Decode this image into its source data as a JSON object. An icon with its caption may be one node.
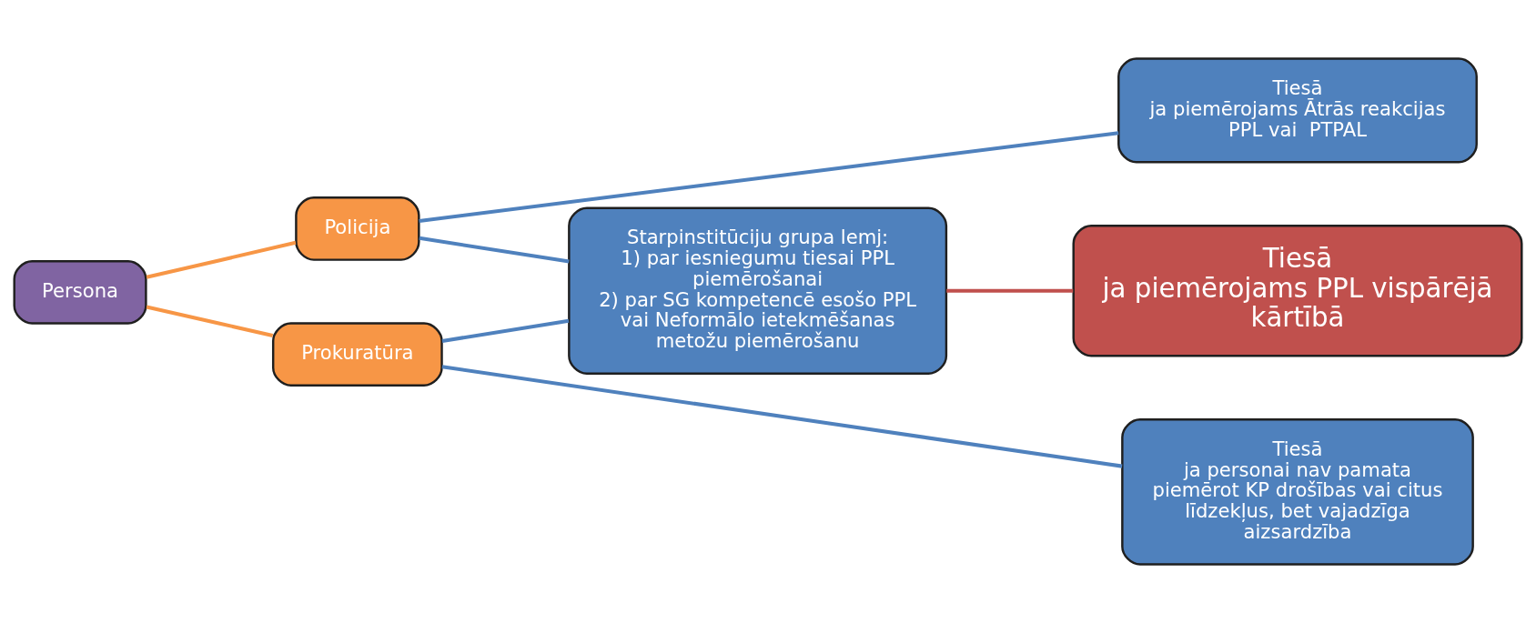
{
  "diagram": {
    "nodes": [
      {
        "text": [
          "Persona"
        ]
      },
      {
        "text": [
          "Policija"
        ]
      },
      {
        "text": [
          "Tiesā",
          "ja piemērojams Ātrās reakcijas PPL vai  PTPAL"
        ]
      },
      {
        "text": [
          "Starpinstitūciju grupa lemj:",
          "1) par iesniegumu tiesai PPL piemērošanai",
          "2) par SG kompetencē esošo PPL vai Neformālo ietekmēšanas metožu piemērošanu"
        ]
      },
      {
        "text": [
          "Tiesā",
          "ja piemērojams PPL vispārējā kārtībā"
        ]
      },
      {
        "text": [
          "Prokuratūra"
        ]
      },
      {
        "text": [
          "Tiesā",
          "ja personai nav pamata piemērot KP drošības vai citus līdzekļus, bet vajadzīga aizsardzība"
        ]
      }
    ],
    "edges": [
      {
        "from": 0,
        "to": 1,
        "arrow": "none",
        "color": "#f79646"
      },
      {
        "from": 0,
        "to": 5,
        "arrow": "none",
        "color": "#f79646"
      },
      {
        "from": 1,
        "to": 2,
        "arrow": "none"
      },
      {
        "from": 1,
        "to": 3,
        "arrow": "none"
      },
      {
        "from": 5,
        "to": 3,
        "arrow": "none"
      },
      {
        "from": 5,
        "to": 6,
        "arrow": "none"
      },
      {
        "from": 3,
        "to": 4,
        "arrow": "none",
        "color": "#c0504d"
      }
    ]
  }
}
